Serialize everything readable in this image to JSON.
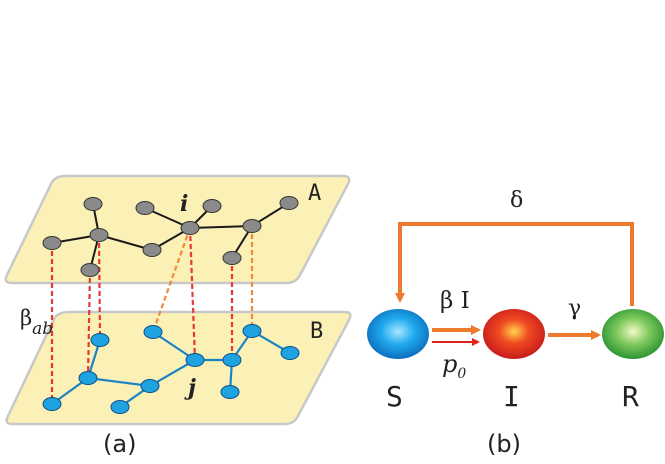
{
  "panel_a": {
    "caption": "(a)",
    "layer_top_label": "A",
    "layer_bottom_label": "B",
    "node_i_label": "i",
    "node_j_label": "j",
    "beta_label": "β",
    "beta_sub": "ab"
  },
  "panel_b": {
    "caption": "(b)",
    "state_s": "S",
    "state_i": "I",
    "state_r": "R",
    "delta_label": "δ",
    "gamma_label": "γ",
    "beta_i_label": "β I",
    "p0_label": "p",
    "p0_sub": "0"
  },
  "colors": {
    "plane_fill": "#fbf1b6",
    "plane_stroke": "#c8c8c8",
    "top_node": "#8a8a8a",
    "bottom_node": "#1fa3e0",
    "bottom_edge": "#1c84c2",
    "interlayer": "#e53935",
    "interlayer_orange": "#f08a3a",
    "arrow_orange": "#ee7a2e",
    "arrow_red": "#e2231a",
    "s_color": "#1a9ee6",
    "i_color": "#e3241b",
    "r_color": "#3daa3a"
  }
}
